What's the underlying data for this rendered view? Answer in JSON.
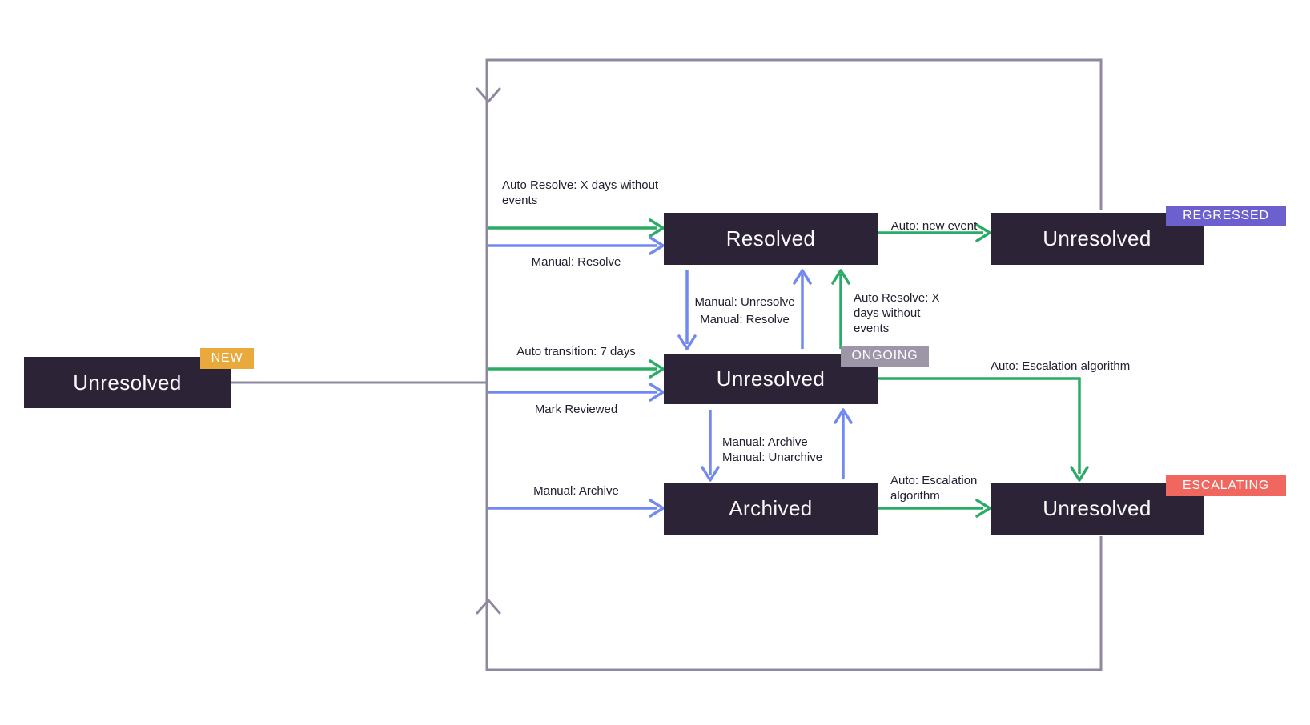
{
  "colors": {
    "background": "#FFFFFF",
    "box_bg": "#2C2336",
    "box_text": "#FAFAFC",
    "label_text": "#232031",
    "green": "#2BAB66",
    "blue": "#7189F0",
    "rail": "#90889E",
    "badge_new": "#E9A93C",
    "badge_ongoing": "#9D96A9",
    "badge_regressed": "#6C60CE",
    "badge_escalating": "#EF675F",
    "badge_text": "#FFFFFF"
  },
  "states": {
    "new": {
      "label": "Unresolved",
      "badge": "NEW"
    },
    "resolved": {
      "label": "Resolved"
    },
    "ongoing": {
      "label": "Unresolved",
      "badge": "ONGOING"
    },
    "archived": {
      "label": "Archived"
    },
    "regressed": {
      "label": "Unresolved",
      "badge": "REGRESSED"
    },
    "escalating": {
      "label": "Unresolved",
      "badge": "ESCALATING"
    }
  },
  "transitions": {
    "auto_resolve_from_new": "Auto Resolve: X days without events",
    "manual_resolve_from_new": "Manual: Resolve",
    "auto_transition": "Auto transition: 7 days",
    "mark_reviewed": "Mark Reviewed",
    "manual_archive_from_new": "Manual: Archive",
    "manual_unresolve": "Manual: Unresolve",
    "manual_resolve": "Manual: Resolve",
    "auto_resolve_ongoing": "Auto Resolve: X days without events",
    "auto_new_event": "Auto: new event",
    "manual_archive": "Manual: Archive",
    "manual_unarchive": "Manual: Unarchive",
    "auto_escalation_ongoing": "Auto: Escalation algorithm",
    "auto_escalation_archived": "Auto: Escalation algorithm"
  }
}
